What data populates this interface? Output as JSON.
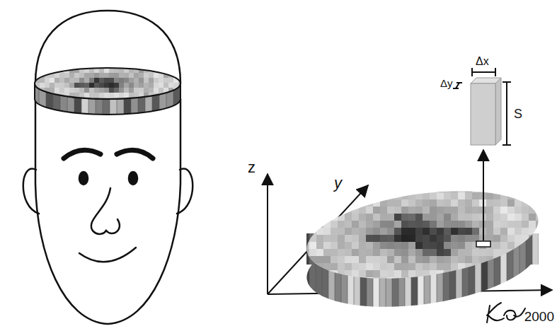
{
  "diagram": {
    "labels": [
      "z",
      "y",
      "Δx",
      "Δy",
      "S",
      "2000"
    ]
  }
}
